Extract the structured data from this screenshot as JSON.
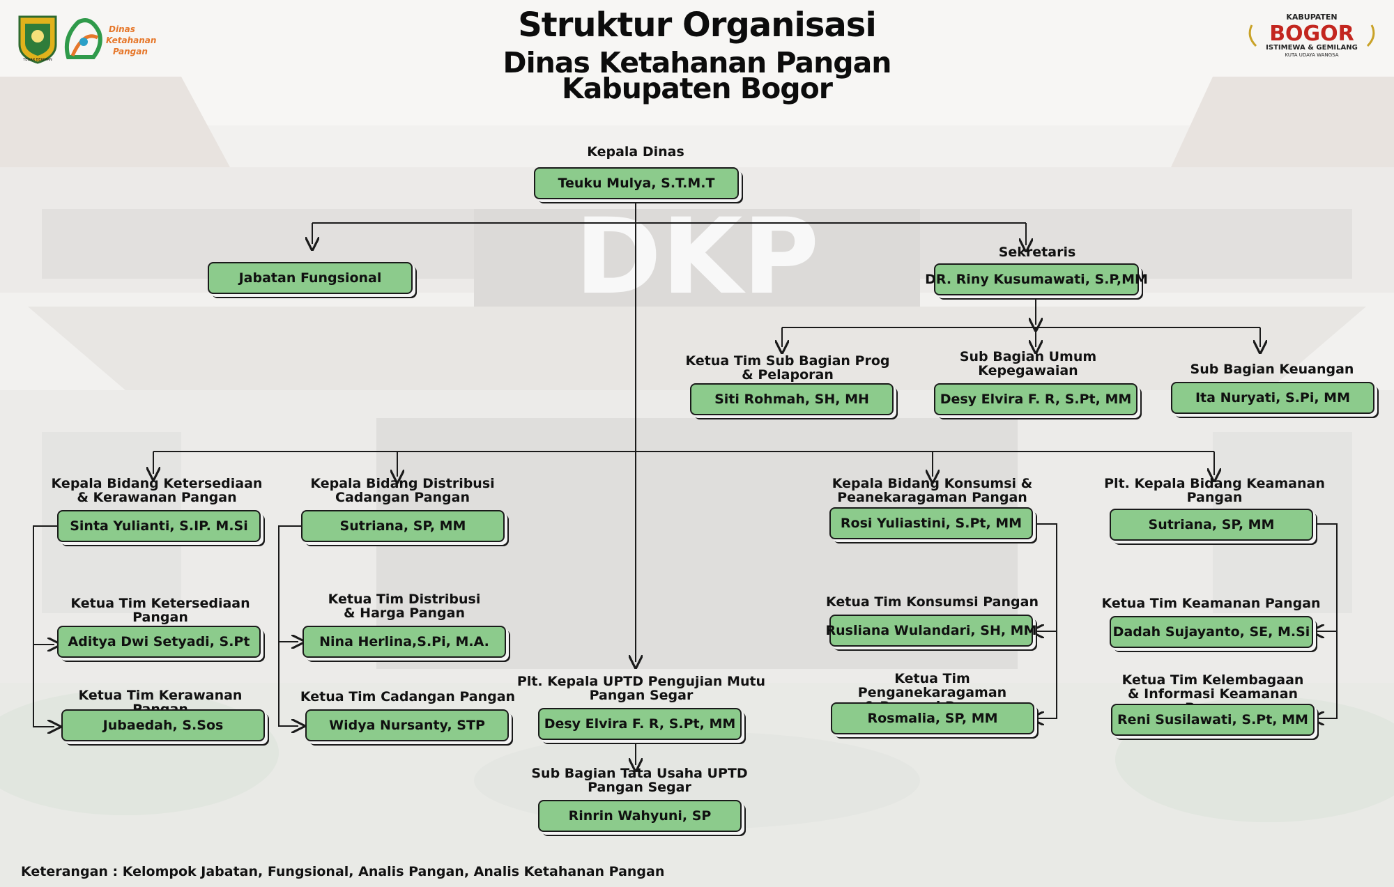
{
  "title": {
    "line1": "Struktur Organisasi",
    "line2": "Dinas Ketahanan Pangan",
    "line3": "Kabupaten Bogor"
  },
  "background": {
    "sign_text": "DKP"
  },
  "logos": {
    "left_emblem": "TEGAR BERIMAN",
    "left_brand": "Dinas Ketahanan Pangan",
    "right_top": "KABUPATEN",
    "right_main": "BOGOR",
    "right_sub": "ISTIMEWA & GEMILANG",
    "right_tag": "KUTA UDAYA WANGSA"
  },
  "nodes": {
    "kepala_dinas": {
      "role": "Kepala Dinas",
      "name": "Teuku Mulya, S.T.M.T"
    },
    "jabatan_fungsional": {
      "role": "",
      "name": "Jabatan Fungsional"
    },
    "sekretaris": {
      "role": "Sekretaris",
      "name": "DR. Riny Kusumawati, S.P,MM"
    },
    "sub_prog": {
      "role": "Ketua Tim Sub Bagian Prog\n& Pelaporan",
      "name": "Siti Rohmah, SH, MH"
    },
    "sub_umum": {
      "role": "Sub Bagian Umum\nKepegawaian",
      "name": "Desy Elvira F. R, S.Pt, MM"
    },
    "sub_keuangan": {
      "role": "Sub Bagian Keuangan",
      "name": "Ita Nuryati, S.Pi, MM"
    },
    "bid_ketersediaan": {
      "role": "Kepala Bidang Ketersediaan\n& Kerawanan Pangan",
      "name": "Sinta Yulianti, S.IP. M.Si"
    },
    "tim_ketersediaan": {
      "role": "Ketua Tim Ketersediaan\nPangan",
      "name": "Aditya Dwi Setyadi, S.Pt"
    },
    "tim_kerawanan": {
      "role": "Ketua Tim Kerawanan Pangan",
      "name": "Jubaedah, S.Sos"
    },
    "bid_distribusi": {
      "role": "Kepala Bidang Distribusi\nCadangan Pangan",
      "name": "Sutriana, SP, MM"
    },
    "tim_distribusi": {
      "role": "Ketua Tim Distribusi\n& Harga Pangan",
      "name": "Nina Herlina,S.Pi, M.A."
    },
    "tim_cadangan": {
      "role": "Ketua Tim Cadangan Pangan",
      "name": "Widya Nursanty, STP"
    },
    "uptd": {
      "role": "Plt. Kepala UPTD Pengujian Mutu\nPangan Segar",
      "name": "Desy Elvira F. R, S.Pt, MM"
    },
    "uptd_tu": {
      "role": "Sub Bagian Tata Usaha UPTD\nPangan Segar",
      "name": "Rinrin Wahyuni, SP"
    },
    "bid_konsumsi": {
      "role": "Kepala Bidang Konsumsi &\nPeanekaragaman Pangan",
      "name": "Rosi Yuliastini, S.Pt, MM"
    },
    "tim_konsumsi": {
      "role": "Ketua Tim Konsumsi Pangan",
      "name": "Rusliana Wulandari, SH, MM"
    },
    "tim_penganekaragaman": {
      "role": "Ketua Tim Penganekaragaman\n& Promosi Pangan",
      "name": "Rosmalia, SP, MM"
    },
    "bid_keamanan": {
      "role": "Plt. Kepala Bidang Keamanan\nPangan",
      "name": "Sutriana, SP, MM"
    },
    "tim_keamanan": {
      "role": "Ketua Tim Keamanan Pangan",
      "name": "Dadah Sujayanto, SE, M.Si"
    },
    "tim_kelembagaan": {
      "role": "Ketua Tim Kelembagaan\n& Informasi Keamanan Pangan",
      "name": "Reni Susilawati, S.Pt, MM"
    }
  },
  "footnote": "Keterangan : Kelompok Jabatan, Fungsional, Analis Pangan, Analis Ketahanan Pangan",
  "colors": {
    "box_fill": "#8ccb8c",
    "line": "#1a1a1a"
  }
}
